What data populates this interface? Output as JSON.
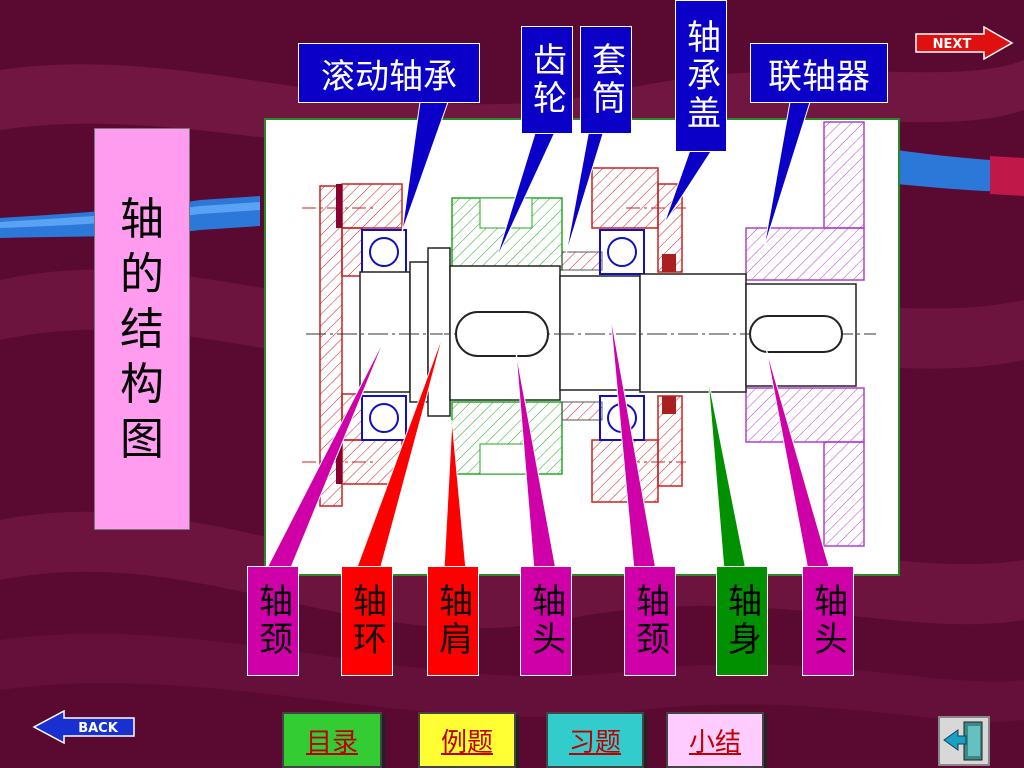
{
  "title": "轴的结构图",
  "nav": {
    "next": "NEXT",
    "back": "BACK"
  },
  "callouts": {
    "rolling_bearing": "滚动轴承",
    "gear": "齿轮",
    "sleeve": "套筒",
    "bearing_cover": "轴承盖",
    "coupling": "联轴器"
  },
  "parts": [
    {
      "label": "轴颈",
      "color": "#d000a8"
    },
    {
      "label": "轴环",
      "color": "#ff0000"
    },
    {
      "label": "轴肩",
      "color": "#ff0000"
    },
    {
      "label": "轴头",
      "color": "#d000a8"
    },
    {
      "label": "轴颈",
      "color": "#d000a8"
    },
    {
      "label": "轴身",
      "color": "#009000"
    },
    {
      "label": "轴头",
      "color": "#d000a8"
    }
  ],
  "bottom_buttons": [
    {
      "label": "目录",
      "color": "#33cc33"
    },
    {
      "label": "例题",
      "color": "#ffff33"
    },
    {
      "label": "习题",
      "color": "#33cccc"
    },
    {
      "label": "小结",
      "color": "#ffccff"
    }
  ],
  "colors": {
    "background": "#5a0a30",
    "callout_blue": "#0a00c8",
    "title_pink": "#ff9cf0",
    "gear_green": "#22aa22",
    "bearing_red": "#cc2020",
    "coupling_purple": "#b040d0"
  }
}
